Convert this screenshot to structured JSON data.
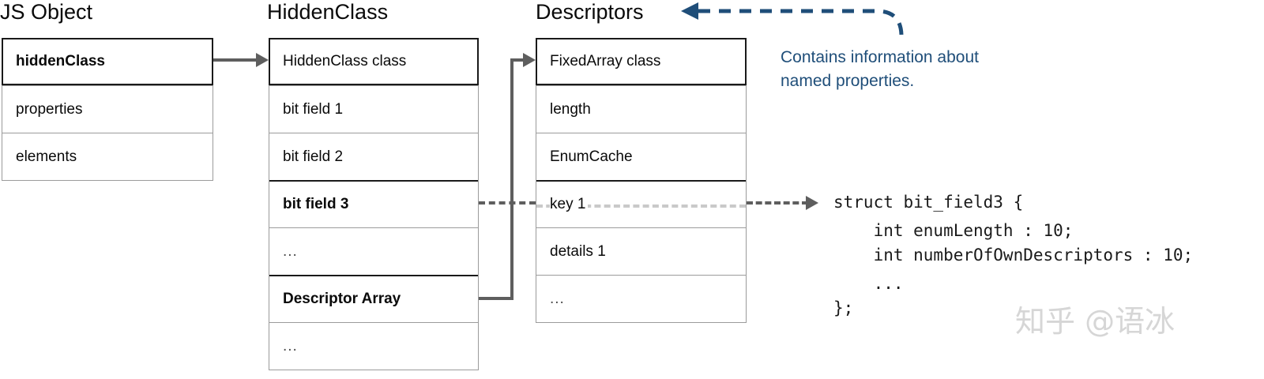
{
  "diagram": {
    "columns": [
      {
        "key": "js_object",
        "title": "JS Object",
        "rows": [
          {
            "label": "hiddenClass",
            "bold": true,
            "framed": true
          },
          {
            "label": "properties",
            "bold": false,
            "framed": false
          },
          {
            "label": "elements",
            "bold": false,
            "framed": false
          }
        ]
      },
      {
        "key": "hidden_class",
        "title": "HiddenClass",
        "rows": [
          {
            "label": "HiddenClass class",
            "bold": false,
            "framed": true
          },
          {
            "label": "bit field 1",
            "bold": false,
            "framed": false
          },
          {
            "label": "bit field 2",
            "bold": false,
            "framed": false
          },
          {
            "label": "bit field 3",
            "bold": true,
            "framed": false
          },
          {
            "label": "...",
            "bold": false,
            "framed": false
          },
          {
            "label": "Descriptor Array",
            "bold": true,
            "framed": false
          },
          {
            "label": "...",
            "bold": false,
            "framed": false
          }
        ]
      },
      {
        "key": "descriptors",
        "title": "Descriptors",
        "rows": [
          {
            "label": "FixedArray class",
            "bold": false,
            "framed": true
          },
          {
            "label": "length",
            "bold": false,
            "framed": false
          },
          {
            "label": "EnumCache",
            "bold": false,
            "framed": false
          },
          {
            "label": "key 1",
            "bold": false,
            "framed": false
          },
          {
            "label": "details 1",
            "bold": false,
            "framed": false
          },
          {
            "label": "...",
            "bold": false,
            "framed": false
          }
        ]
      }
    ],
    "annotation": {
      "line1": "Contains information about",
      "line2": "named properties.",
      "color": "#1f4e79"
    },
    "code": {
      "line1": "struct bit_field3 {",
      "line2": "    int enumLength : 10;",
      "line3": "    int numberOfOwnDescriptors : 10;",
      "line4": "    ...",
      "line5": "};"
    },
    "watermark": "知乎 @语冰",
    "colors": {
      "box_border": "#9b9b9b",
      "strong_border": "#1a1a1a",
      "connector": "#5e5e5e",
      "dash_light": "#c9c9c9",
      "accent_blue": "#1f4e79",
      "text": "#0a0a0a"
    }
  }
}
